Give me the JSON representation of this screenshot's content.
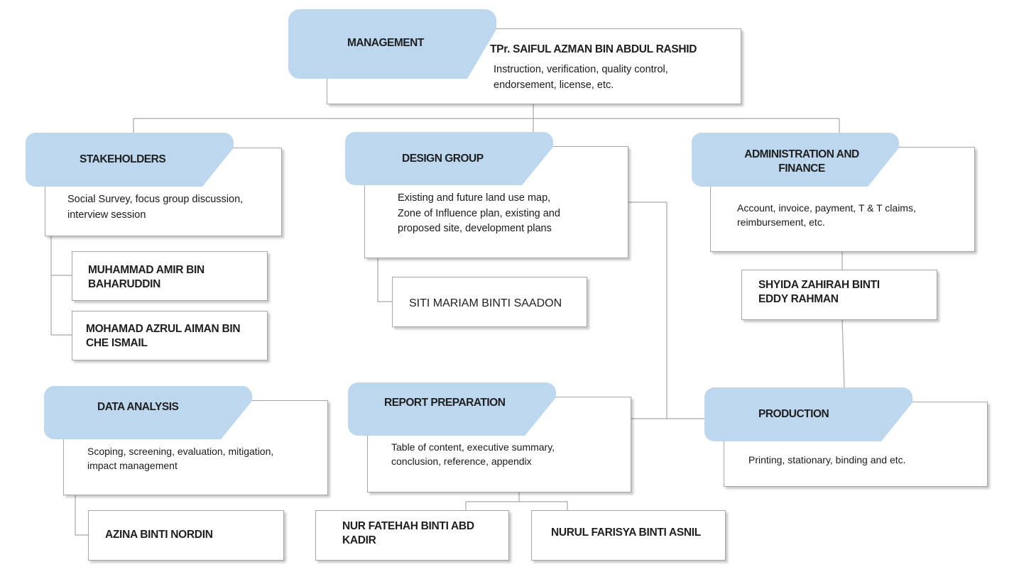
{
  "management": {
    "title": "MANAGEMENT",
    "head": "TPr. SAIFUL AZMAN BIN ABDUL RASHID",
    "desc_line1": "Instruction, verification, quality control,",
    "desc_line2": "endorsement, license, etc."
  },
  "stakeholders": {
    "title": "STAKEHOLDERS",
    "desc_line1": "Social Survey, focus group discussion,",
    "desc_line2": "interview session",
    "members": [
      {
        "line1": "MUHAMMAD AMIR BIN",
        "line2": "BAHARUDDIN"
      },
      {
        "line1": "MOHAMAD AZRUL AIMAN BIN",
        "line2": "CHE ISMAIL"
      }
    ]
  },
  "design_group": {
    "title": "DESIGN GROUP",
    "desc_line1": "Existing and future land use map,",
    "desc_line2": "Zone of Influence plan, existing and",
    "desc_line3": "proposed site, development plans",
    "members": [
      {
        "line1": "SITI MARIAM BINTI SAADON"
      }
    ]
  },
  "admin_finance": {
    "title_line1": "ADMINISTRATION AND",
    "title_line2": "FINANCE",
    "desc_line1": "Account, invoice, payment, T & T claims,",
    "desc_line2": "reimbursement, etc.",
    "members": [
      {
        "line1": "SHYIDA ZAHIRAH BINTI",
        "line2": "EDDY RAHMAN"
      }
    ]
  },
  "data_analysis": {
    "title": "DATA ANALYSIS",
    "desc_line1": "Scoping, screening, evaluation, mitigation,",
    "desc_line2": "impact management",
    "members": [
      {
        "line1": "AZINA BINTI NORDIN"
      }
    ]
  },
  "report_preparation": {
    "title": "REPORT PREPARATION",
    "desc_line1": "Table of content, executive summary,",
    "desc_line2": "conclusion, reference, appendix",
    "members": [
      {
        "line1": "NUR FATEHAH BINTI ABD",
        "line2": "KADIR"
      },
      {
        "line1": "NURUL FARISYA BINTI ASNIL"
      }
    ]
  },
  "production": {
    "title": "PRODUCTION",
    "desc_line1": "Printing, stationary, binding and etc."
  },
  "colors": {
    "tab_fill": "#bdd7ee",
    "box_border": "#a6a6a6",
    "connector": "#a6a6a6"
  }
}
